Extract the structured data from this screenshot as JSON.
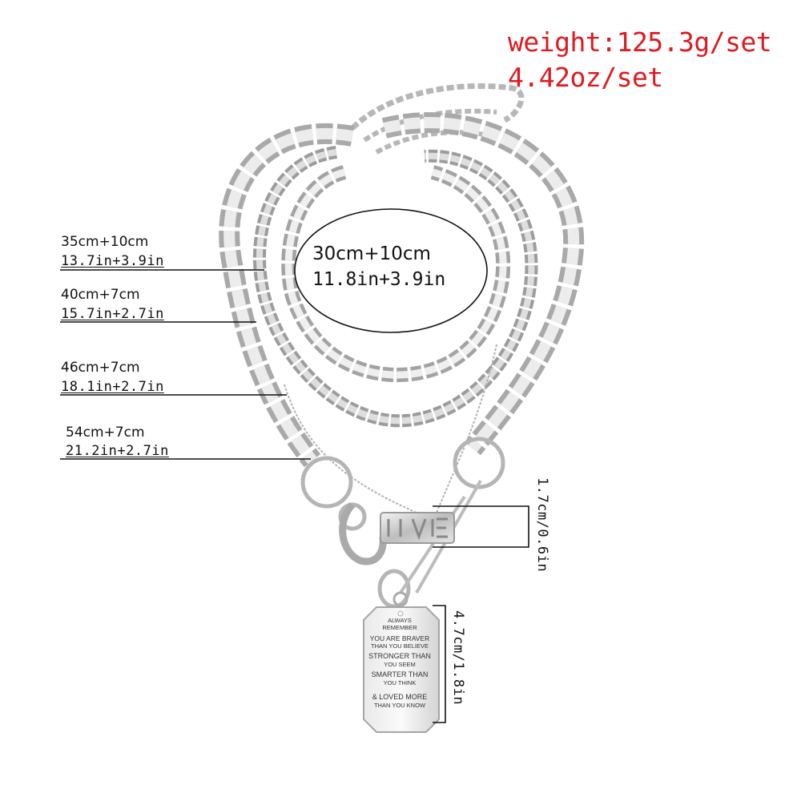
{
  "weight": {
    "line1": "weight:125.3g/set",
    "line2": "4.42oz/set"
  },
  "labels": [
    {
      "cm": "35cm+10cm",
      "in": "13.7in+3.9in"
    },
    {
      "cm": "40cm+7cm",
      "in": "15.7in+2.7in"
    },
    {
      "cm": "46cm+7cm",
      "in": "18.1in+2.7in"
    },
    {
      "cm": "54cm+7cm",
      "in": "21.2in+2.7in"
    }
  ],
  "choker": {
    "cm": "30cm+10cm",
    "in": "11.8in+3.9in"
  },
  "charm_size": "1.7cm/0.6in",
  "tag_size": "4.7cm/1.8in",
  "tag_text": [
    "ALWAYS",
    "REMEMBER",
    "YOU ARE BRAVER",
    "THAN YOU BELIEVE",
    "STRONGER THAN",
    "YOU SEEM",
    "SMARTER THAN",
    "YOU THINK",
    "& LOVED MORE",
    "THAN YOU KNOW"
  ],
  "colors": {
    "weight_text": "#e0191f",
    "chain": "#c9c9c9"
  }
}
